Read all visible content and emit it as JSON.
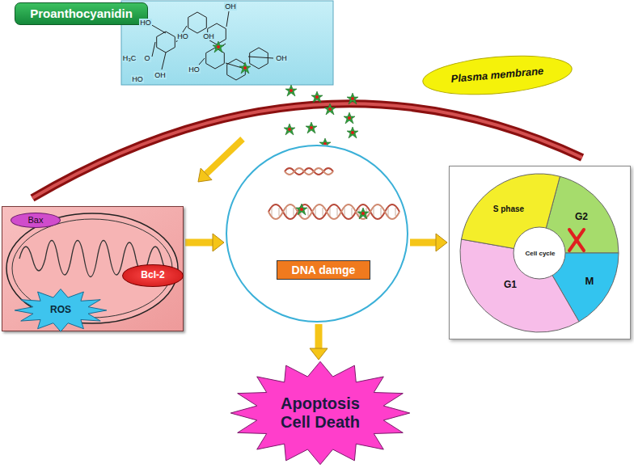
{
  "diagram": {
    "nodes": [
      {
        "text": [
          "Proanthocyanidin"
        ]
      },
      {
        "text": [
          "OH",
          "HO",
          "HO",
          "OH",
          "H₃C",
          "O",
          "OH",
          "HO",
          "OH",
          "HO"
        ]
      },
      {
        "text": [
          "Plasma membrane"
        ]
      },
      {
        "text": []
      },
      {
        "text": [
          "Bax"
        ],
        "in": 3
      },
      {
        "text": [
          "Bcl-2"
        ],
        "in": 3
      },
      {
        "text": [
          "ROS"
        ],
        "in": 3
      },
      {
        "text": []
      },
      {
        "text": [
          "DNA damge"
        ],
        "in": 7
      },
      {
        "text": [
          "S phase",
          "G2",
          "Cell cycle",
          "G1",
          "M"
        ]
      },
      {
        "text": [
          "Apoptosis Cell Death"
        ]
      }
    ],
    "edges": [
      {
        "from": 3,
        "to": 7,
        "arrow": "to"
      },
      {
        "from": 7,
        "to": 9,
        "arrow": "to"
      },
      {
        "from": 7,
        "to": 10,
        "arrow": "to"
      }
    ]
  }
}
